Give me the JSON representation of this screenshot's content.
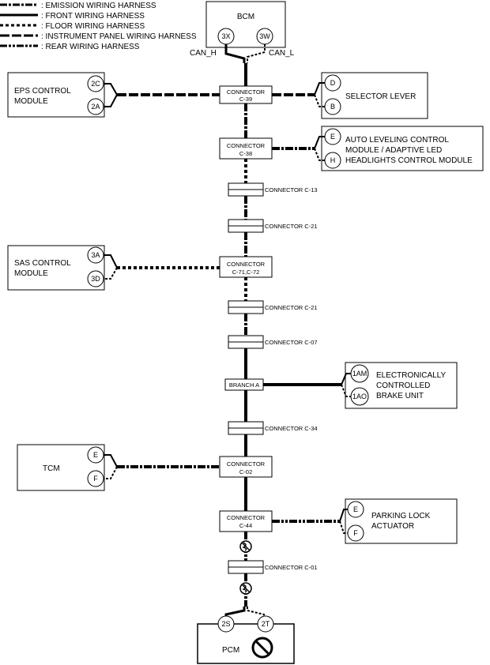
{
  "legend": [
    {
      "label": ": EMISSION WIRING HARNESS",
      "style": "emission"
    },
    {
      "label": ": FRONT WIRING HARNESS",
      "style": "front"
    },
    {
      "label": ": FLOOR WIRING HARNESS",
      "style": "floor"
    },
    {
      "label": ": INSTRUMENT PANEL WIRING HARNESS",
      "style": "instrument"
    },
    {
      "label": ": REAR WIRING HARNESS",
      "style": "rear"
    }
  ],
  "bcm": {
    "label": "BCM",
    "pins": [
      "3X",
      "3W"
    ],
    "can_h": "CAN_H",
    "can_l": "CAN_L"
  },
  "pcm": {
    "label": "PCM",
    "pins": [
      "2S",
      "2T"
    ],
    "icon": "prohibited-icon"
  },
  "modules": {
    "eps": {
      "lines": [
        "EPS CONTROL",
        "MODULE"
      ],
      "pins": [
        "2C",
        "2A"
      ]
    },
    "selector": {
      "lines": [
        "SELECTOR LEVER"
      ],
      "pins": [
        "D",
        "B"
      ]
    },
    "auto_leveling": {
      "lines": [
        "AUTO LEVELING CONTROL",
        "MODULE / ADAPTIVE LED",
        "HEADLIGHTS CONTROL MODULE"
      ],
      "pins": [
        "E",
        "H"
      ]
    },
    "sas": {
      "lines": [
        "SAS CONTROL",
        "MODULE"
      ],
      "pins": [
        "3A",
        "3D"
      ]
    },
    "brake": {
      "lines": [
        "ELECTRONICALLY",
        "CONTROLLED",
        "BRAKE UNIT"
      ],
      "pins": [
        "1AM",
        "1AO"
      ]
    },
    "tcm": {
      "lines": [
        "TCM"
      ],
      "pins": [
        "E",
        "F"
      ]
    },
    "parking": {
      "lines": [
        "PARKING LOCK",
        "ACTUATOR"
      ],
      "pins": [
        "E",
        "F"
      ]
    }
  },
  "connectors": {
    "c39": [
      "CONNECTOR",
      "C-39"
    ],
    "c38": [
      "CONNECTOR",
      "C-38"
    ],
    "c71": [
      "CONNECTOR",
      "C-71,C-72"
    ],
    "c02": [
      "CONNECTOR",
      "C-02"
    ],
    "c44": [
      "CONNECTOR",
      "C-44"
    ],
    "branch_a": "BRANCH A"
  },
  "inline_connectors": {
    "c13": "CONNECTOR C-13",
    "c21a": "CONNECTOR C-21",
    "c21b": "CONNECTOR C-21",
    "c07": "CONNECTOR C-07",
    "c34": "CONNECTOR C-34",
    "c01": "CONNECTOR C-01"
  },
  "icons": [
    "no-twist-icon",
    "no-twist-icon",
    "prohibited-icon"
  ]
}
